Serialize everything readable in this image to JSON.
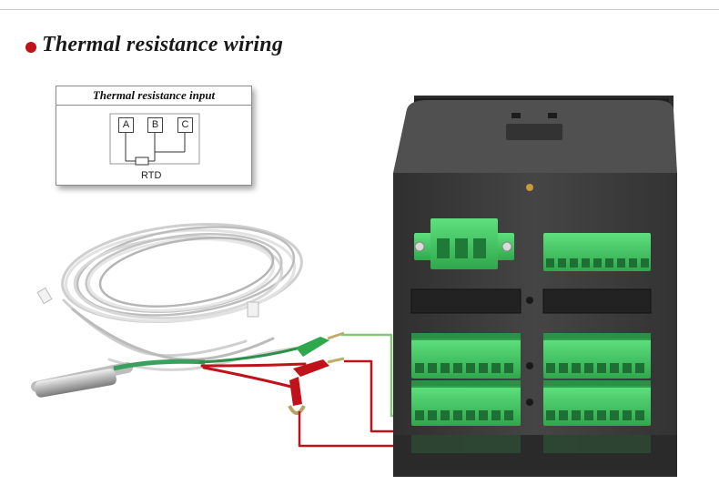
{
  "header": {
    "title": "Thermal resistance wiring"
  },
  "diagram": {
    "title": "Thermal resistance input",
    "terminals": [
      "A",
      "B",
      "C"
    ],
    "element_label": "RTD"
  },
  "colors": {
    "bullet": "#c0121b",
    "wire_red": "#c0121b",
    "wire_green": "#86c47a",
    "terminal_green": "#3fbf5f",
    "device_body": "#3a3a3a"
  }
}
